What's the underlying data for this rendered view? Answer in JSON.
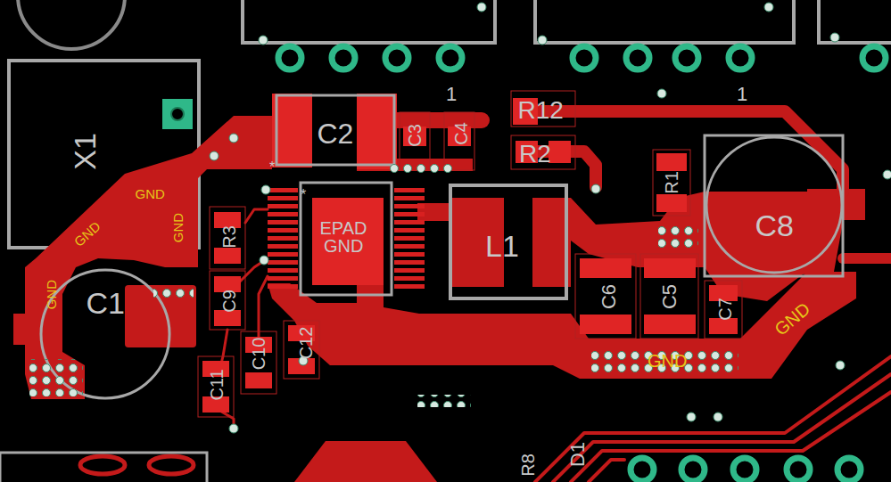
{
  "diagram": {
    "labels": [
      "X1",
      "C2",
      "1",
      "C3",
      "C4",
      "R12",
      "R2",
      "1",
      "R1",
      "C8",
      "EPAD",
      "GND",
      "L1",
      "GND",
      "GND",
      "GND",
      "GND",
      "C1",
      "R3",
      "C9",
      "C10",
      "C12",
      "C11",
      "C6",
      "C5",
      "C7",
      "GND",
      "GND",
      "R8",
      "D1",
      "*",
      "*"
    ]
  }
}
